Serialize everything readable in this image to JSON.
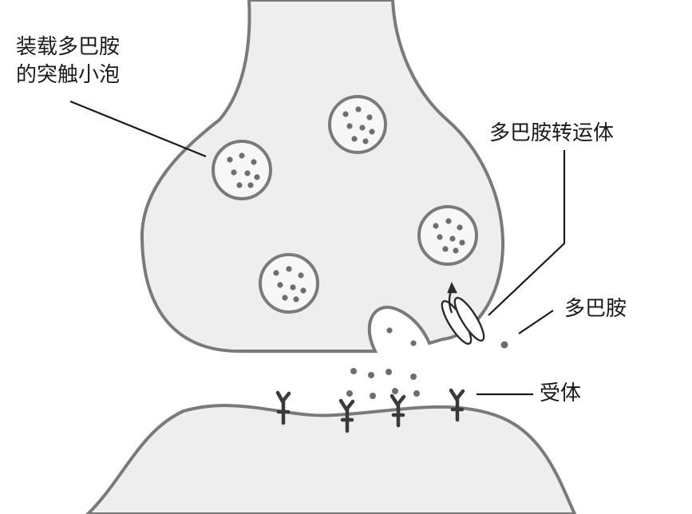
{
  "labels": {
    "vesicle_line1": "装载多巴胺",
    "vesicle_line2": "的突触小泡",
    "transporter": "多巴胺转运体",
    "dopamine": "多巴胺",
    "receptor": "受体"
  },
  "colors": {
    "membrane_fill": "#eeeeee",
    "membrane_stroke": "#7a7a7a",
    "dot": "#6e6e6e",
    "receptor": "#3a3a3a",
    "leader_line": "#1a1a1a"
  }
}
